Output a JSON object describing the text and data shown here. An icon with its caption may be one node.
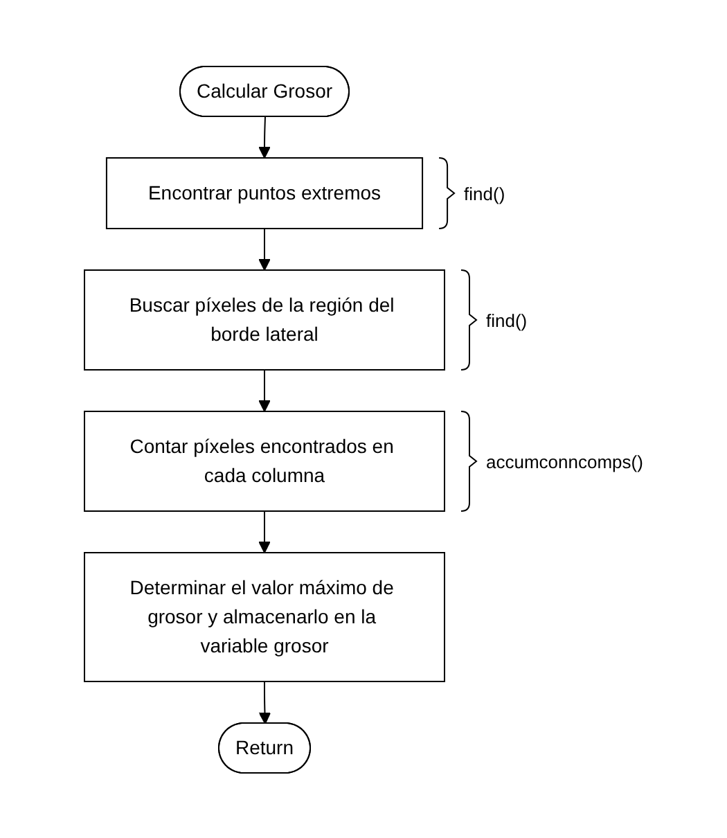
{
  "diagram": {
    "nodes": [
      {
        "text": [
          "Calcular Grosor"
        ]
      },
      {
        "text": [
          "Encontrar puntos extremos"
        ],
        "beside": [
          "find()"
        ]
      },
      {
        "text": [
          "Buscar píxeles de la región del borde lateral"
        ],
        "beside": [
          "find()"
        ]
      },
      {
        "text": [
          "Contar píxeles encontrados en cada columna"
        ],
        "beside": [
          "accumconncomps()"
        ]
      },
      {
        "text": [
          "Determinar el valor máximo de grosor y almacenarlo en la variable grosor"
        ]
      },
      {
        "text": [
          "Return"
        ]
      }
    ],
    "edges": [
      {
        "from": 0,
        "to": 1,
        "arrow": "to"
      },
      {
        "from": 1,
        "to": 2,
        "arrow": "to"
      },
      {
        "from": 2,
        "to": 3,
        "arrow": "to"
      },
      {
        "from": 3,
        "to": 4,
        "arrow": "to"
      },
      {
        "from": 4,
        "to": 5,
        "arrow": "to"
      }
    ]
  }
}
